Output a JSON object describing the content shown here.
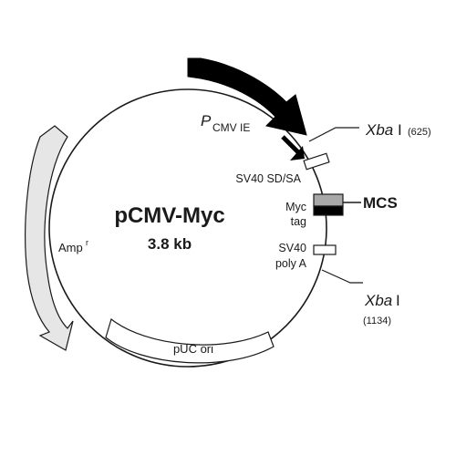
{
  "plasmid": {
    "name": "pCMV-Myc",
    "size": "3.8 kb"
  },
  "features": {
    "promoter": {
      "main": "P",
      "sub": "CMV IE"
    },
    "sv40_sdsa": "SV40 SD/SA",
    "myc_line1": "Myc",
    "myc_line2": "tag",
    "mcs": "MCS",
    "polya_line1": "SV40",
    "polya_line2": "poly A",
    "amp": {
      "main": "Amp",
      "sup": "r"
    },
    "puc_ori": "pUC ori"
  },
  "sites": {
    "xba1": {
      "enzyme": "Xba",
      "numeral": "I",
      "position": "(625)"
    },
    "xba2": {
      "enzyme": "Xba",
      "numeral": "I",
      "position": "(1134)"
    }
  },
  "colors": {
    "line": "#1a1a1a",
    "promoter_fill": "#000000",
    "amp_fill": "#e6e6e6",
    "ori_fill": "#ffffff",
    "myc_fill": "#a8a8a8",
    "mcs_fill": "#000000"
  }
}
